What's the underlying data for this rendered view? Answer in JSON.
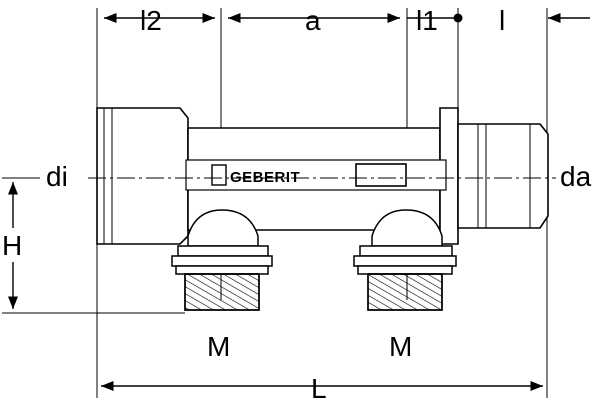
{
  "dimension_labels": {
    "l2": "l2",
    "a": "a",
    "l1": "l1",
    "l": "l",
    "di": "di",
    "da": "da",
    "H": "H",
    "M_left": "M",
    "M_right": "M",
    "L": "L"
  },
  "brand": {
    "logo_text": "GEBERIT"
  },
  "colors": {
    "line": "#000000",
    "body_fill": "#ffffff",
    "background": "#ffffff"
  }
}
